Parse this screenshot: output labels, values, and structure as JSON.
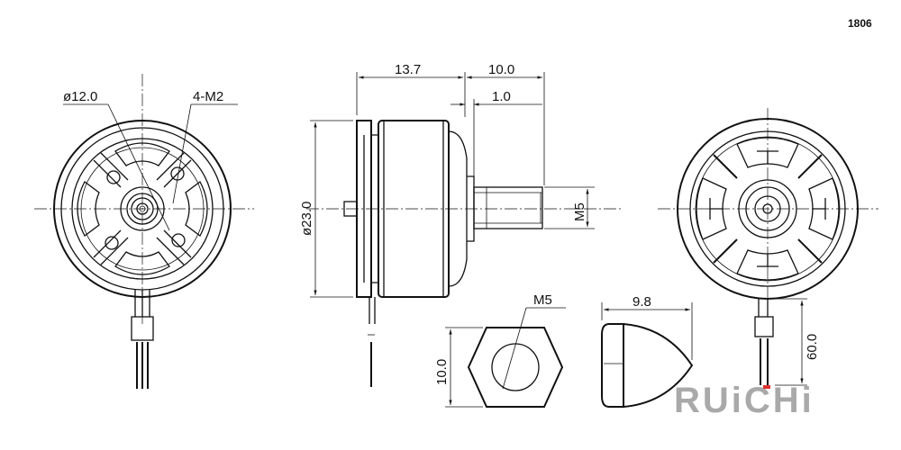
{
  "model": "1806",
  "brand": "RUiCHi",
  "dimensions": {
    "stator_diameter": "ø12.0",
    "mount_holes": "4-M2",
    "body_length": "13.7",
    "shaft_length": "10.0",
    "shaft_shoulder": "1.0",
    "motor_diameter": "ø23.0",
    "shaft_thread": "M5",
    "nut_thread": "M5",
    "nut_width": "10.0",
    "cap_length": "9.8",
    "lead_length": "60.0"
  },
  "colors": {
    "line": "#111111",
    "logo": "#a9a9a9",
    "logo_accent": "#e03030"
  }
}
